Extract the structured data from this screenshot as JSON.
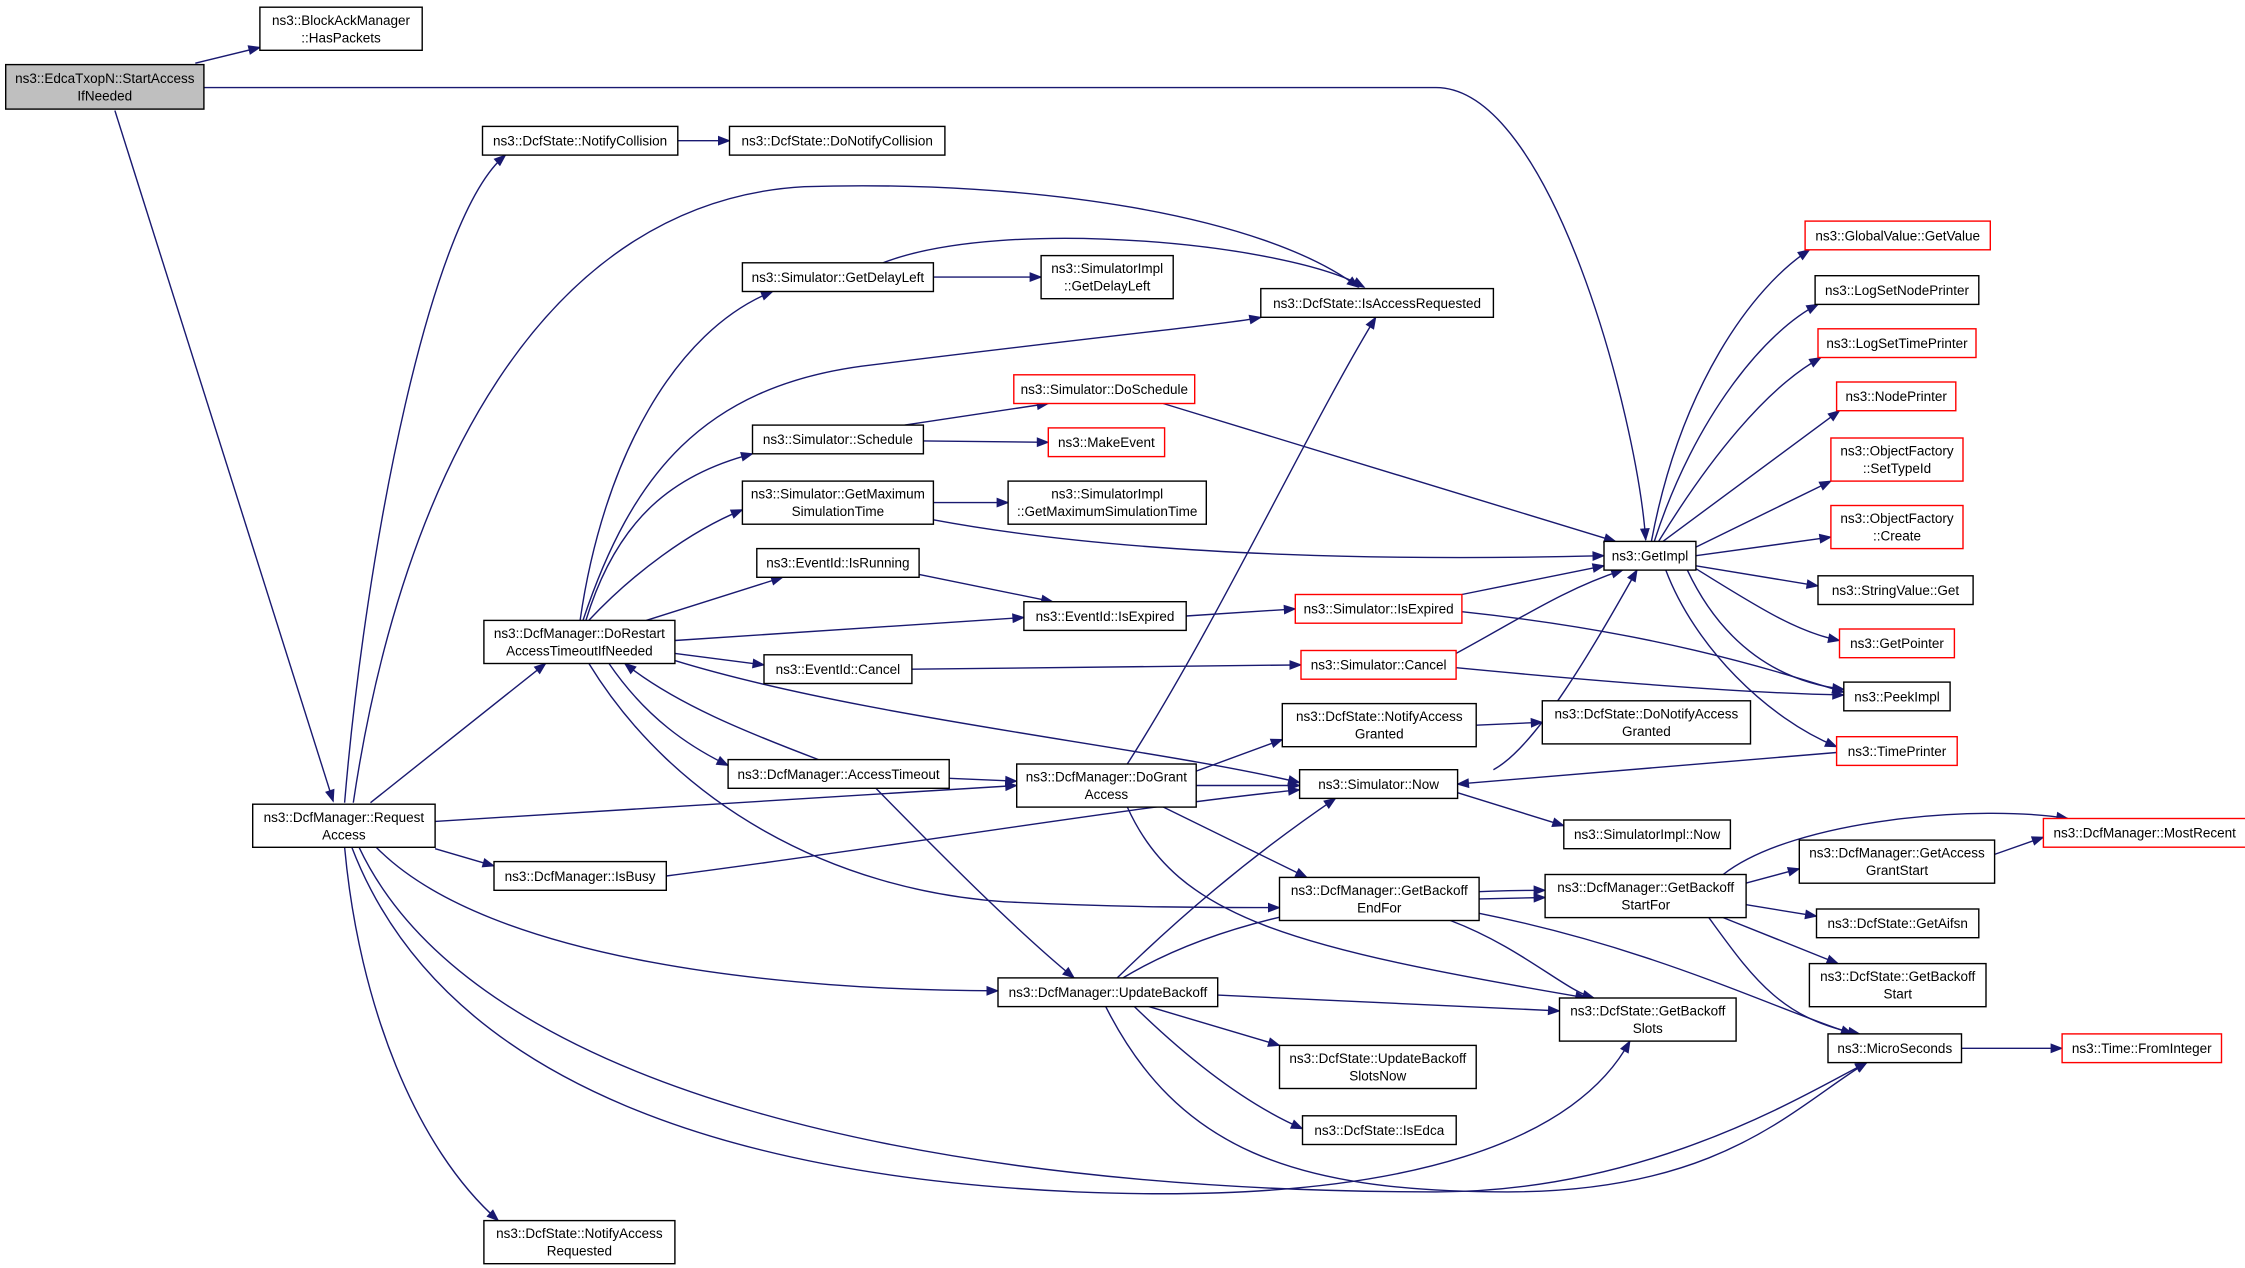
{
  "graph": {
    "nodes": {
      "startAccess": {
        "lines": [
          "ns3::EdcaTxopN::StartAccess",
          "IfNeeded"
        ],
        "root": true
      },
      "hasPackets": {
        "lines": [
          "ns3::BlockAckManager",
          "::HasPackets"
        ]
      },
      "notifyCollision": {
        "lines": [
          "ns3::DcfState::NotifyCollision"
        ]
      },
      "doNotifyCollision": {
        "lines": [
          "ns3::DcfState::DoNotifyCollision"
        ]
      },
      "getDelayLeft": {
        "lines": [
          "ns3::Simulator::GetDelayLeft"
        ]
      },
      "implGetDelayLeft": {
        "lines": [
          "ns3::SimulatorImpl",
          "::GetDelayLeft"
        ]
      },
      "isAccessRequested": {
        "lines": [
          "ns3::DcfState::IsAccessRequested"
        ]
      },
      "doSchedule": {
        "lines": [
          "ns3::Simulator::DoSchedule"
        ],
        "red": true
      },
      "schedule": {
        "lines": [
          "ns3::Simulator::Schedule"
        ]
      },
      "makeEvent": {
        "lines": [
          "ns3::MakeEvent"
        ],
        "red": true
      },
      "getMaxSimTime": {
        "lines": [
          "ns3::Simulator::GetMaximum",
          "SimulationTime"
        ]
      },
      "implGetMaxSimTime": {
        "lines": [
          "ns3::SimulatorImpl",
          "::GetMaximumSimulationTime"
        ]
      },
      "isRunning": {
        "lines": [
          "ns3::EventId::IsRunning"
        ]
      },
      "eventIsExpired": {
        "lines": [
          "ns3::EventId::IsExpired"
        ]
      },
      "simIsExpired": {
        "lines": [
          "ns3::Simulator::IsExpired"
        ],
        "red": true
      },
      "doRestart": {
        "lines": [
          "ns3::DcfManager::DoRestart",
          "AccessTimeoutIfNeeded"
        ]
      },
      "eventCancel": {
        "lines": [
          "ns3::EventId::Cancel"
        ]
      },
      "simCancel": {
        "lines": [
          "ns3::Simulator::Cancel"
        ],
        "red": true
      },
      "accessTimeout": {
        "lines": [
          "ns3::DcfManager::AccessTimeout"
        ]
      },
      "doGrantAccess": {
        "lines": [
          "ns3::DcfManager::DoGrant",
          "Access"
        ]
      },
      "notifyAccessGranted": {
        "lines": [
          "ns3::DcfState::NotifyAccess",
          "Granted"
        ]
      },
      "doNotifyAccessGranted": {
        "lines": [
          "ns3::DcfState::DoNotifyAccess",
          "Granted"
        ]
      },
      "simNow": {
        "lines": [
          "ns3::Simulator::Now"
        ]
      },
      "implNow": {
        "lines": [
          "ns3::SimulatorImpl::Now"
        ]
      },
      "requestAccess": {
        "lines": [
          "ns3::DcfManager::Request",
          "Access"
        ]
      },
      "isBusy": {
        "lines": [
          "ns3::DcfManager::IsBusy"
        ]
      },
      "getBackoffEndFor": {
        "lines": [
          "ns3::DcfManager::GetBackoff",
          "EndFor"
        ]
      },
      "getBackoffStartFor": {
        "lines": [
          "ns3::DcfManager::GetBackoff",
          "StartFor"
        ]
      },
      "updateBackoff": {
        "lines": [
          "ns3::DcfManager::UpdateBackoff"
        ]
      },
      "getBackoffSlots": {
        "lines": [
          "ns3::DcfState::GetBackoff",
          "Slots"
        ]
      },
      "updateBackoffSlotsNow": {
        "lines": [
          "ns3::DcfState::UpdateBackoff",
          "SlotsNow"
        ]
      },
      "isEdca": {
        "lines": [
          "ns3::DcfState::IsEdca"
        ]
      },
      "notifyAccessRequested": {
        "lines": [
          "ns3::DcfState::NotifyAccess",
          "Requested"
        ]
      },
      "getImpl": {
        "lines": [
          "ns3::GetImpl"
        ]
      },
      "globalGetValue": {
        "lines": [
          "ns3::GlobalValue::GetValue"
        ],
        "red": true
      },
      "logSetNodePrinter": {
        "lines": [
          "ns3::LogSetNodePrinter"
        ]
      },
      "logSetTimePrinter": {
        "lines": [
          "ns3::LogSetTimePrinter"
        ],
        "red": true
      },
      "nodePrinter": {
        "lines": [
          "ns3::NodePrinter"
        ],
        "red": true
      },
      "factorySetTypeId": {
        "lines": [
          "ns3::ObjectFactory",
          "::SetTypeId"
        ],
        "red": true
      },
      "factoryCreate": {
        "lines": [
          "ns3::ObjectFactory",
          "::Create"
        ],
        "red": true
      },
      "stringValueGet": {
        "lines": [
          "ns3::StringValue::Get"
        ]
      },
      "getPointer": {
        "lines": [
          "ns3::GetPointer"
        ],
        "red": true
      },
      "peekImpl": {
        "lines": [
          "ns3::PeekImpl"
        ]
      },
      "timePrinter": {
        "lines": [
          "ns3::TimePrinter"
        ],
        "red": true
      },
      "getAccessGrantStart": {
        "lines": [
          "ns3::DcfManager::GetAccess",
          "GrantStart"
        ]
      },
      "mostRecent": {
        "lines": [
          "ns3::DcfManager::MostRecent"
        ],
        "red": true
      },
      "getAifsn": {
        "lines": [
          "ns3::DcfState::GetAifsn"
        ]
      },
      "getBackoffStart": {
        "lines": [
          "ns3::DcfState::GetBackoff",
          "Start"
        ]
      },
      "microSeconds": {
        "lines": [
          "ns3::MicroSeconds"
        ]
      },
      "fromInteger": {
        "lines": [
          "ns3::Time::FromInteger"
        ],
        "red": true
      }
    }
  }
}
